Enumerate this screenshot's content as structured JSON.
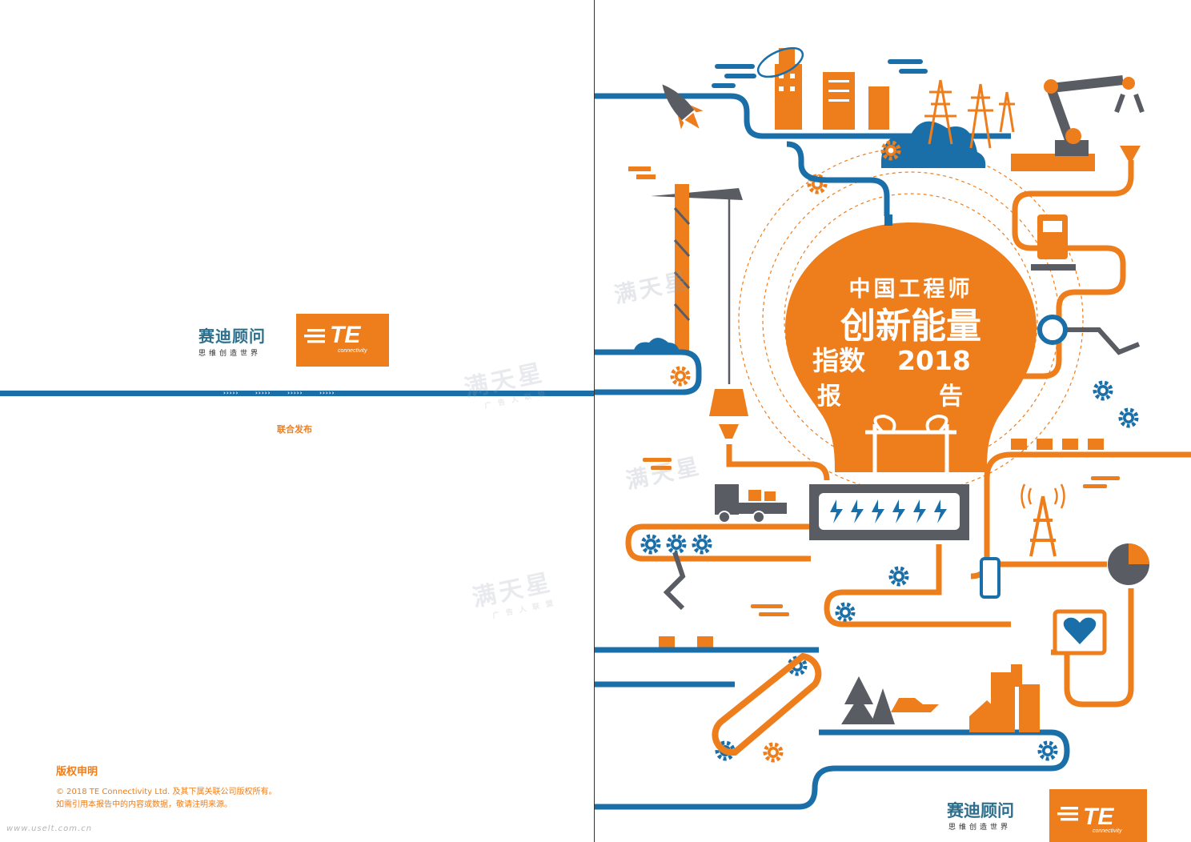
{
  "left_page": {
    "partner_logo": {
      "name": "赛迪顾问",
      "slogan": "思维创造世界"
    },
    "te_logo": {
      "word": "TE",
      "tagline": "connectivity"
    },
    "joint_release": "联合发布",
    "copyright": {
      "title": "版权申明",
      "line1": "© 2018 TE Connectivity Ltd. 及其下属关联公司版权所有。",
      "line2": "如需引用本报告中的内容或数据，敬请注明来源。"
    },
    "site_mark": "www.uselt.com.cn"
  },
  "watermark": {
    "text": "满天星",
    "sub": "广告人联盟"
  },
  "cover": {
    "title_line1": "中国工程师",
    "title_line2": "创新能量",
    "title_line3a": "指数",
    "year": "2018",
    "title_line4a": "报",
    "title_line4b": "告"
  },
  "bottom_logos": {
    "partner_name": "赛迪顾问",
    "partner_slogan": "思维创造世界",
    "te_word": "TE",
    "te_tagline": "connectivity"
  },
  "colors": {
    "orange": "#ee7d1b",
    "blue": "#1b6fa8",
    "dark_blue": "#14567f",
    "gray": "#5a5c63",
    "light_orange": "#f6a35a"
  }
}
